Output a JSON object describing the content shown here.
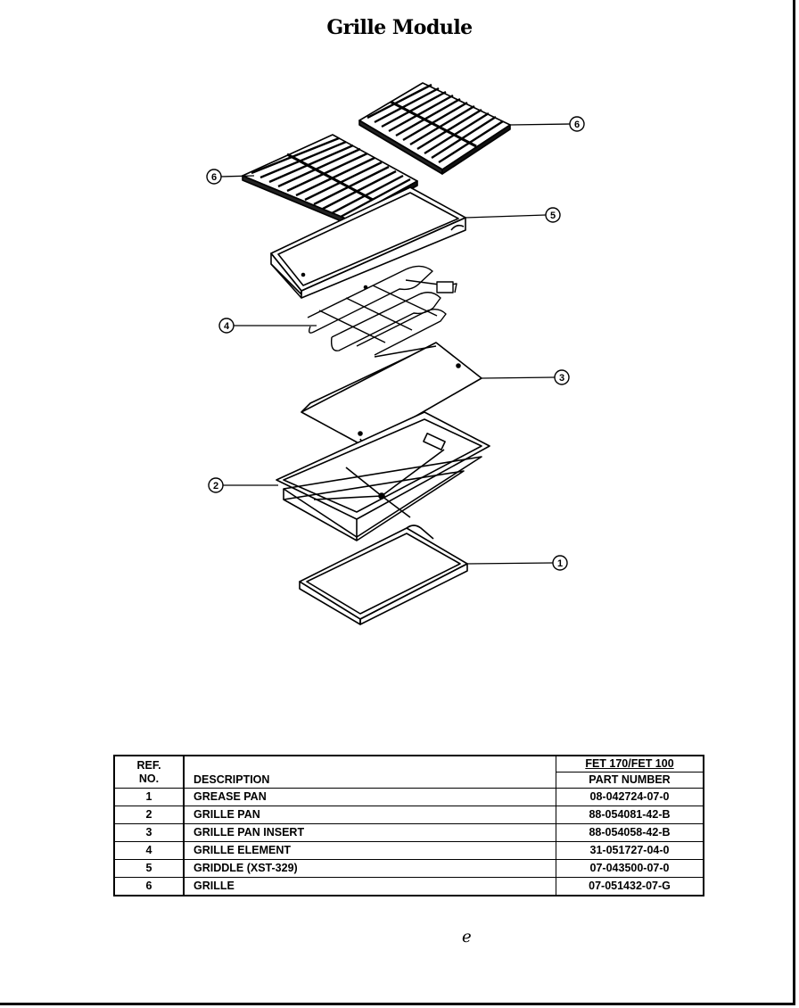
{
  "title": "Grille Module",
  "callouts": [
    "6",
    "6",
    "5",
    "4",
    "3",
    "2",
    "1"
  ],
  "table": {
    "header": {
      "ref_line1": "REF.",
      "ref_line2": "NO.",
      "description": "DESCRIPTION",
      "models": "FET 170/FET 100",
      "part_number": "PART NUMBER"
    },
    "rows": [
      {
        "ref": "1",
        "description": "GREASE PAN",
        "part": "08-042724-07-0"
      },
      {
        "ref": "2",
        "description": "GRILLE PAN",
        "part": "88-054081-42-B"
      },
      {
        "ref": "3",
        "description": "GRILLE PAN INSERT",
        "part": "88-054058-42-B"
      },
      {
        "ref": "4",
        "description": "GRILLE ELEMENT",
        "part": "31-051727-04-0"
      },
      {
        "ref": "5",
        "description": "GRIDDLE (XST-329)",
        "part": "07-043500-07-0"
      },
      {
        "ref": "6",
        "description": "GRILLE",
        "part": "07-051432-07-G"
      }
    ]
  },
  "page_mark": "ℯ"
}
